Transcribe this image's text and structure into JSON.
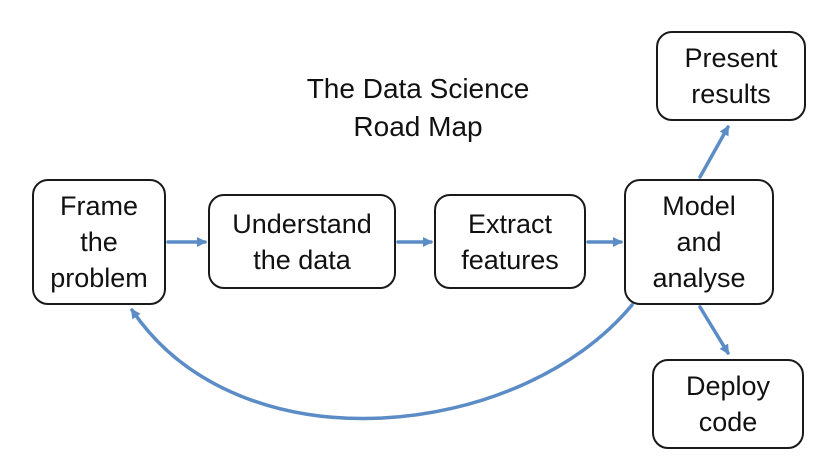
{
  "title": {
    "line1": "The Data Science",
    "line2": "Road Map"
  },
  "nodes": {
    "frame": {
      "lines": [
        "Frame",
        "the",
        "problem"
      ]
    },
    "understand": {
      "lines": [
        "Understand",
        "the data"
      ]
    },
    "extract": {
      "lines": [
        "Extract",
        "features"
      ]
    },
    "model": {
      "lines": [
        "Model",
        "and",
        "analyse"
      ]
    },
    "present": {
      "lines": [
        "Present",
        "results"
      ]
    },
    "deploy": {
      "lines": [
        "Deploy",
        "code"
      ]
    }
  },
  "colors": {
    "arrow": "#5b8cc6",
    "border": "#1a1a1a",
    "text": "#111111"
  }
}
